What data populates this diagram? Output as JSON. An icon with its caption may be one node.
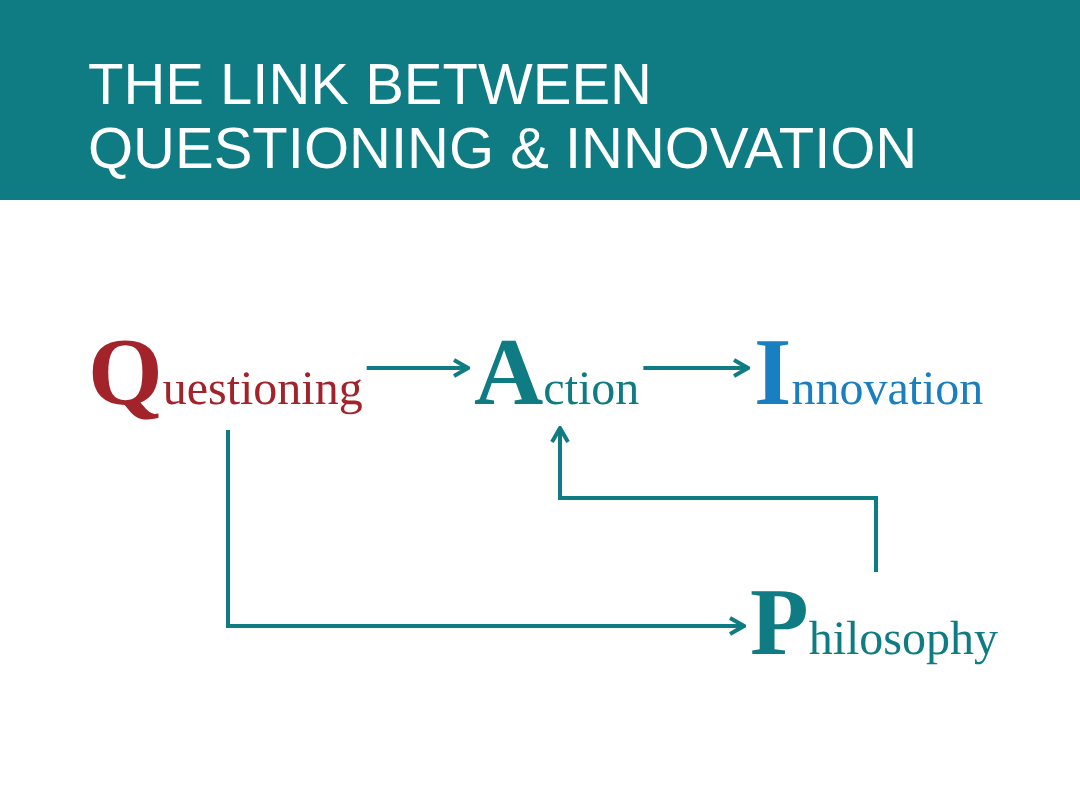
{
  "diagram": {
    "title": "THE LINK BETWEEN QUESTIONING & INNOVATION",
    "nodes": [
      {
        "text": [
          "Questioning"
        ]
      },
      {
        "text": [
          "Action"
        ]
      },
      {
        "text": [
          "Innovation"
        ]
      },
      {
        "text": [
          "Philosophy"
        ]
      }
    ],
    "edges": [
      {
        "from": 0,
        "to": 1,
        "arrow": "to"
      },
      {
        "from": 1,
        "to": 2,
        "arrow": "to"
      },
      {
        "from": 0,
        "to": 3,
        "arrow": "to"
      },
      {
        "from": 3,
        "to": 1,
        "arrow": "to"
      }
    ]
  }
}
